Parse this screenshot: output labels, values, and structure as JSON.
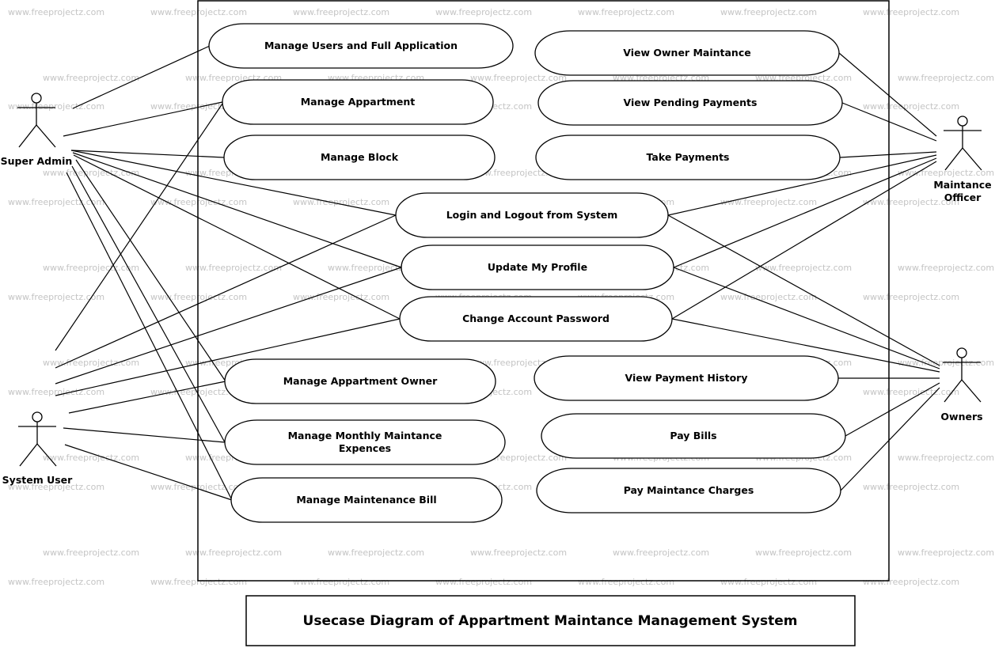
{
  "watermark": "www.freeprojectz.com",
  "title": "Usecase Diagram of Appartment Maintance Management System",
  "actors": [
    {
      "id": "super-admin",
      "label": [
        "Super Admin"
      ]
    },
    {
      "id": "system-user",
      "label": [
        "System User"
      ]
    },
    {
      "id": "maintance-officer",
      "label": [
        "Maintance",
        "Officer"
      ]
    },
    {
      "id": "owners",
      "label": [
        "Owners"
      ]
    }
  ],
  "use_cases": [
    {
      "id": "manage-users",
      "label": [
        "Manage Users and Full Application"
      ]
    },
    {
      "id": "manage-appartment",
      "label": [
        "Manage Appartment"
      ]
    },
    {
      "id": "manage-block",
      "label": [
        "Manage Block"
      ]
    },
    {
      "id": "login-logout",
      "label": [
        "Login and Logout from System"
      ]
    },
    {
      "id": "update-profile",
      "label": [
        "Update My Profile"
      ]
    },
    {
      "id": "change-password",
      "label": [
        "Change Account Password"
      ]
    },
    {
      "id": "manage-appartment-owner",
      "label": [
        "Manage Appartment Owner"
      ]
    },
    {
      "id": "manage-monthly-expences",
      "label": [
        "Manage Monthly Maintance",
        "Expences"
      ]
    },
    {
      "id": "manage-maintenance-bill",
      "label": [
        "Manage Maintenance Bill"
      ]
    },
    {
      "id": "view-owner-maintance",
      "label": [
        "View Owner Maintance"
      ]
    },
    {
      "id": "view-pending-payments",
      "label": [
        "View Pending Payments"
      ]
    },
    {
      "id": "take-payments",
      "label": [
        "Take Payments"
      ]
    },
    {
      "id": "view-payment-history",
      "label": [
        "View Payment History"
      ]
    },
    {
      "id": "pay-bills",
      "label": [
        "Pay Bills"
      ]
    },
    {
      "id": "pay-maintance-charges",
      "label": [
        "Pay Maintance Charges"
      ]
    }
  ],
  "associations": [
    [
      "super-admin",
      "manage-users"
    ],
    [
      "super-admin",
      "manage-appartment"
    ],
    [
      "super-admin",
      "manage-block"
    ],
    [
      "super-admin",
      "login-logout"
    ],
    [
      "super-admin",
      "update-profile"
    ],
    [
      "super-admin",
      "change-password"
    ],
    [
      "super-admin",
      "manage-appartment-owner"
    ],
    [
      "super-admin",
      "manage-monthly-expences"
    ],
    [
      "super-admin",
      "manage-maintenance-bill"
    ],
    [
      "system-user",
      "manage-appartment"
    ],
    [
      "system-user",
      "login-logout"
    ],
    [
      "system-user",
      "update-profile"
    ],
    [
      "system-user",
      "change-password"
    ],
    [
      "system-user",
      "manage-appartment-owner"
    ],
    [
      "system-user",
      "manage-monthly-expences"
    ],
    [
      "system-user",
      "manage-maintenance-bill"
    ],
    [
      "maintance-officer",
      "view-owner-maintance"
    ],
    [
      "maintance-officer",
      "view-pending-payments"
    ],
    [
      "maintance-officer",
      "take-payments"
    ],
    [
      "maintance-officer",
      "login-logout"
    ],
    [
      "maintance-officer",
      "update-profile"
    ],
    [
      "maintance-officer",
      "change-password"
    ],
    [
      "owners",
      "login-logout"
    ],
    [
      "owners",
      "update-profile"
    ],
    [
      "owners",
      "change-password"
    ],
    [
      "owners",
      "view-payment-history"
    ],
    [
      "owners",
      "pay-bills"
    ],
    [
      "owners",
      "pay-maintance-charges"
    ]
  ]
}
